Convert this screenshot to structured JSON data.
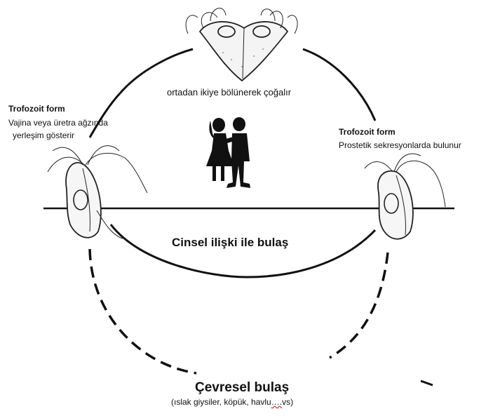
{
  "top_caption": "ortadan ikiye bölünerek çoğalır",
  "left_trophozoite": {
    "title": "Trofozoit form",
    "line1": "Vajina veya üretra ağzında",
    "line2": "yerleşim gösterir"
  },
  "right_trophozoite": {
    "title": "Trofozoit form",
    "line1": "Prostetik sekresyonlarda bulunur"
  },
  "sexual_transmission": "Cinsel ilişki ile bulaş",
  "environmental": {
    "title": "Çevresel bulaş",
    "sub_prefix": "(ıslak giysiler, köpük, havlu",
    "sub_ellipsis": "….",
    "sub_suffix": "vs)"
  },
  "icons": {
    "couple": "couple-icon",
    "trichomonas": "trichomonas-organism-icon",
    "dividing": "dividing-organism-icon"
  },
  "colors": {
    "ink": "#111111",
    "stipple": "#777777",
    "spellcheck": "#c0392b"
  }
}
